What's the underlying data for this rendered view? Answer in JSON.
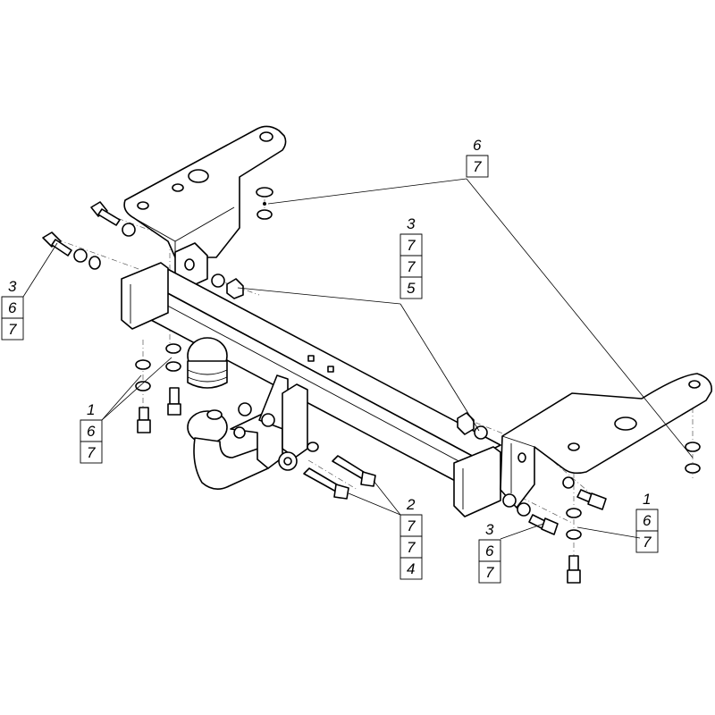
{
  "diagram": {
    "callouts": [
      {
        "id": "bracket-top-left-bolt",
        "labels": [
          "3",
          "6",
          "7"
        ]
      },
      {
        "id": "top-right-nut",
        "labels": [
          "6",
          "7"
        ]
      },
      {
        "id": "center-bolt-set",
        "labels": [
          "3",
          "7",
          "7",
          "5"
        ]
      },
      {
        "id": "left-bottom-bolt",
        "labels": [
          "1",
          "6",
          "7"
        ]
      },
      {
        "id": "socket-bolts",
        "labels": [
          "2",
          "7",
          "7",
          "4"
        ]
      },
      {
        "id": "right-crossbar-bolt",
        "labels": [
          "3",
          "6",
          "7"
        ]
      },
      {
        "id": "right-bottom-bolt",
        "labels": [
          "1",
          "6",
          "7"
        ]
      }
    ]
  }
}
